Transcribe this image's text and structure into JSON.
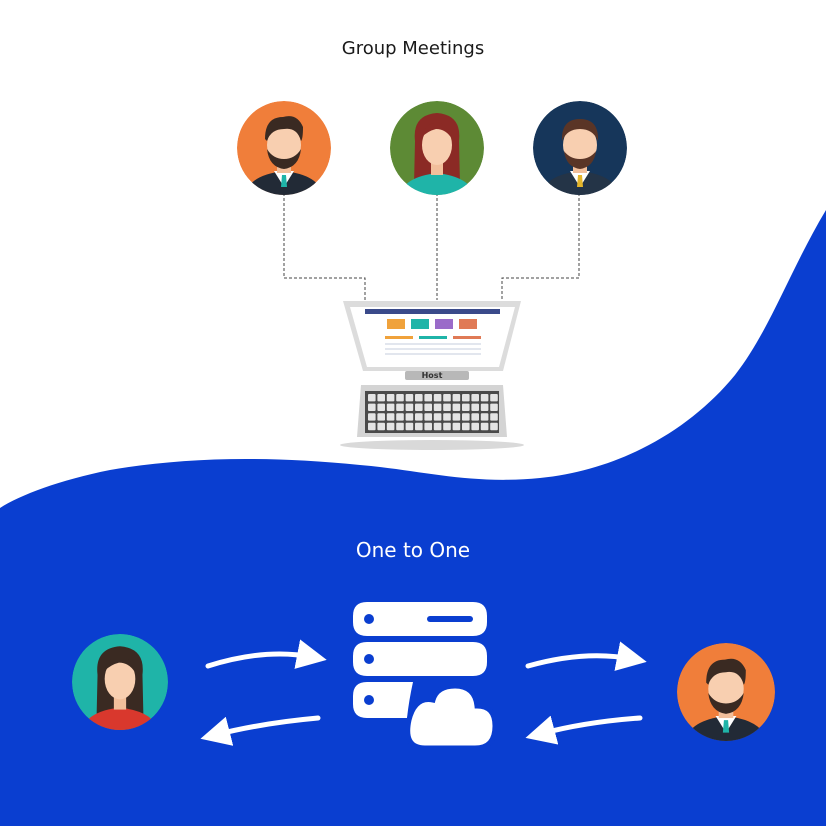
{
  "group_meetings": {
    "title": "Group Meetings",
    "host_label": "Host"
  },
  "one_to_one": {
    "title": "One to One"
  },
  "colors": {
    "brand_blue": "#0a3ed0",
    "avatar_orange": "#f07e3a",
    "avatar_green": "#5d8a35",
    "avatar_navy": "#16365a",
    "avatar_teal": "#1fb4a8",
    "skin": "#f8cfb0",
    "dark_hair": "#3a2a22",
    "red_hair": "#8b2a25",
    "brown_hair": "#5a3526"
  }
}
